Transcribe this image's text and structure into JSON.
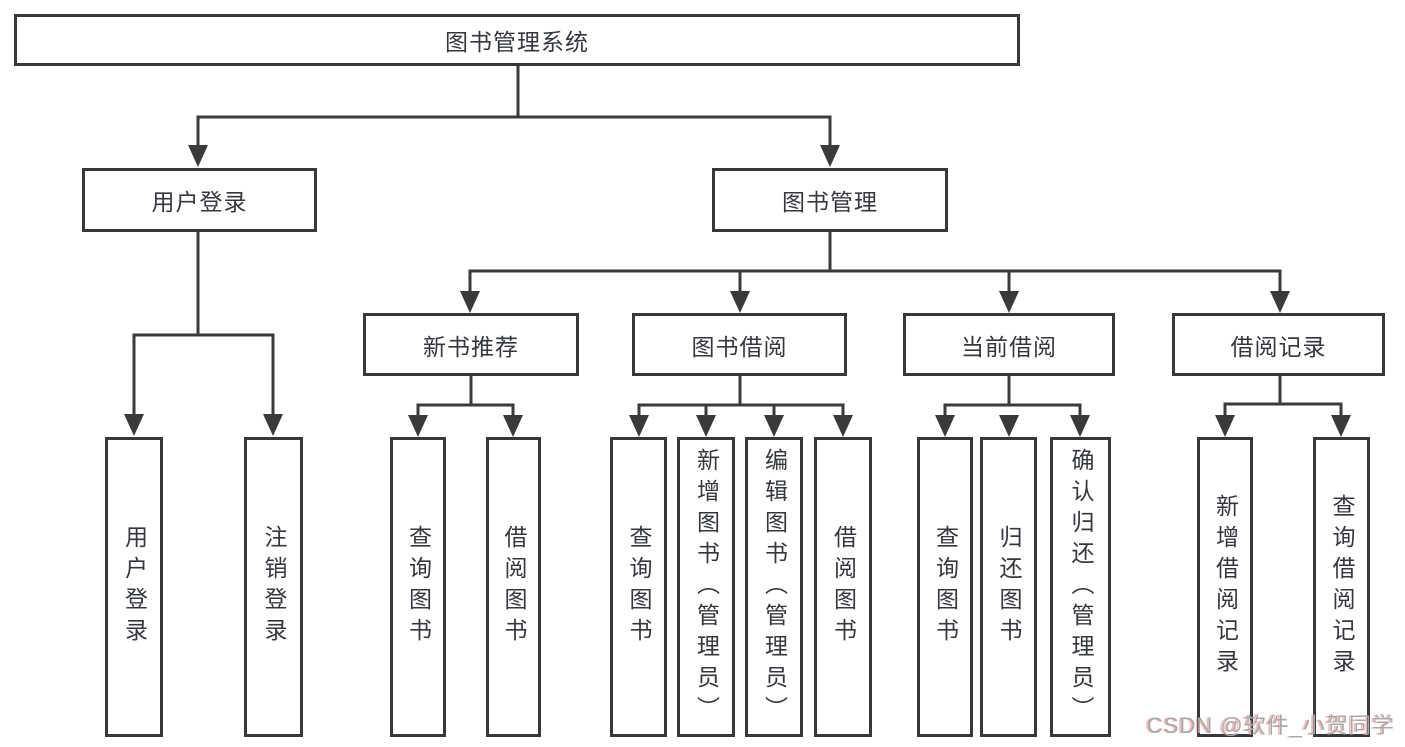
{
  "colors": {
    "line": "#3a3a3a",
    "box_border": "#37383b",
    "text": "#34383e",
    "background": "#ffffff",
    "watermark": "#a9a9a9"
  },
  "root": {
    "label": "图书管理系统"
  },
  "nodes": {
    "user_login": {
      "label": "用户登录"
    },
    "book_mgmt": {
      "label": "图书管理"
    },
    "new_book_rec": {
      "label": "新书推荐"
    },
    "book_borrow": {
      "label": "图书借阅"
    },
    "current_borrow": {
      "label": "当前借阅"
    },
    "borrow_records": {
      "label": "借阅记录"
    }
  },
  "leaves": {
    "user_login": {
      "label": "用户登录"
    },
    "logout": {
      "label": "注销登录"
    },
    "rec_query_books": {
      "label": "查询图书"
    },
    "rec_borrow_books": {
      "label": "借阅图书"
    },
    "bb_query_books": {
      "label": "查询图书"
    },
    "bb_add_books": {
      "label": "新增图书（管理员）"
    },
    "bb_edit_books": {
      "label": "编辑图书（管理员）"
    },
    "bb_borrow_books": {
      "label": "借阅图书"
    },
    "cb_query_books": {
      "label": "查询图书"
    },
    "cb_return_books": {
      "label": "归还图书"
    },
    "cb_confirm_return": {
      "label": "确认归还（管理员）"
    },
    "br_add_record": {
      "label": "新增借阅记录"
    },
    "br_query_record": {
      "label": "查询借阅记录"
    }
  },
  "watermark": {
    "text": "CSDN @软件_小贺同学"
  }
}
